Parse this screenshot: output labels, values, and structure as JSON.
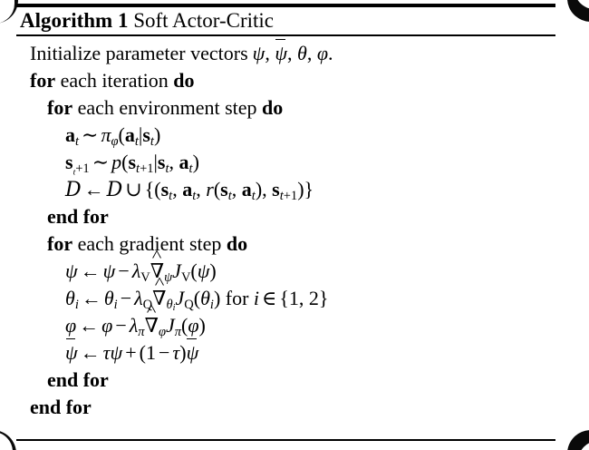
{
  "document": {
    "type": "algorithm-float",
    "algorithm_number": "1",
    "algorithm_keyword": "Algorithm",
    "title": "Soft Actor-Critic",
    "title_full": "Algorithm 1 Soft Actor-Critic",
    "background_color": "#ffffff",
    "text_color": "#000000"
  },
  "rules": {
    "top": "top-rule",
    "middle": "title-separator-rule",
    "bottom": "bottom-rule"
  },
  "keywords": {
    "for": "for",
    "do": "do",
    "end_for": "end for",
    "each": "each"
  },
  "lines": [
    {
      "id": "line-initialize",
      "indent": 0,
      "text": "Initialize parameter vectors ψ, ψ̄, θ, φ.",
      "kind": "statement"
    },
    {
      "id": "line-for-iteration",
      "indent": 0,
      "text": "for each iteration do",
      "kind": "loop-open"
    },
    {
      "id": "line-for-env-step",
      "indent": 1,
      "text": "for each environment step do",
      "kind": "loop-open"
    },
    {
      "id": "line-sample-action",
      "indent": 2,
      "text": "a_t ~ π_φ(a_t|s_t)",
      "kind": "equation"
    },
    {
      "id": "line-sample-state",
      "indent": 2,
      "text": "s_{t+1} ~ p(s_{t+1}|s_t, a_t)",
      "kind": "equation"
    },
    {
      "id": "line-buffer-update",
      "indent": 2,
      "text": "D ← D ∪ {(s_t, a_t, r(s_t, a_t), s_{t+1})}",
      "kind": "equation"
    },
    {
      "id": "line-end-for-env",
      "indent": 1,
      "text": "end for",
      "kind": "loop-close"
    },
    {
      "id": "line-for-gradient-step",
      "indent": 1,
      "text": "for each gradient step do",
      "kind": "loop-open"
    },
    {
      "id": "line-update-psi",
      "indent": 2,
      "text": "ψ ← ψ − λ_V ∇̂_ψ J_V(ψ)",
      "kind": "equation"
    },
    {
      "id": "line-update-theta",
      "indent": 2,
      "text": "θ_i ← θ_i − λ_Q ∇̂_{θ_i} J_Q(θ_i) for i ∈ {1, 2}",
      "kind": "equation"
    },
    {
      "id": "line-update-phi",
      "indent": 2,
      "text": "φ ← φ − λ_π ∇̂_φ J_π(φ)",
      "kind": "equation"
    },
    {
      "id": "line-update-psi-bar",
      "indent": 2,
      "text": "ψ̄ ← τψ + (1 − τ)ψ̄",
      "kind": "equation"
    },
    {
      "id": "line-end-for-gradient",
      "indent": 1,
      "text": "end for",
      "kind": "loop-close"
    },
    {
      "id": "line-end-for-iteration",
      "indent": 0,
      "text": "end for",
      "kind": "loop-close"
    }
  ],
  "symbols": {
    "psi": "ψ",
    "psi_bar": "ψ̄",
    "theta": "θ",
    "phi": "φ",
    "pi": "π",
    "lambda": "λ",
    "tau": "τ",
    "nabla_hat": "∇̂",
    "calligraphic_D": "𝒟",
    "arrow_left": "←",
    "tilde": "∼",
    "union": "∪",
    "element_of": "∈",
    "minus": "−",
    "plus": "+",
    "mid": "|",
    "constant_one": "1",
    "index_set": "{1, 2}"
  },
  "text": {
    "initialize_prefix": "Initialize parameter vectors",
    "period": ".",
    "iteration_word": "iteration",
    "environment_step_words": "environment step",
    "gradient_step_words": "gradient step",
    "for_scalar": "for",
    "index_i": "i"
  }
}
